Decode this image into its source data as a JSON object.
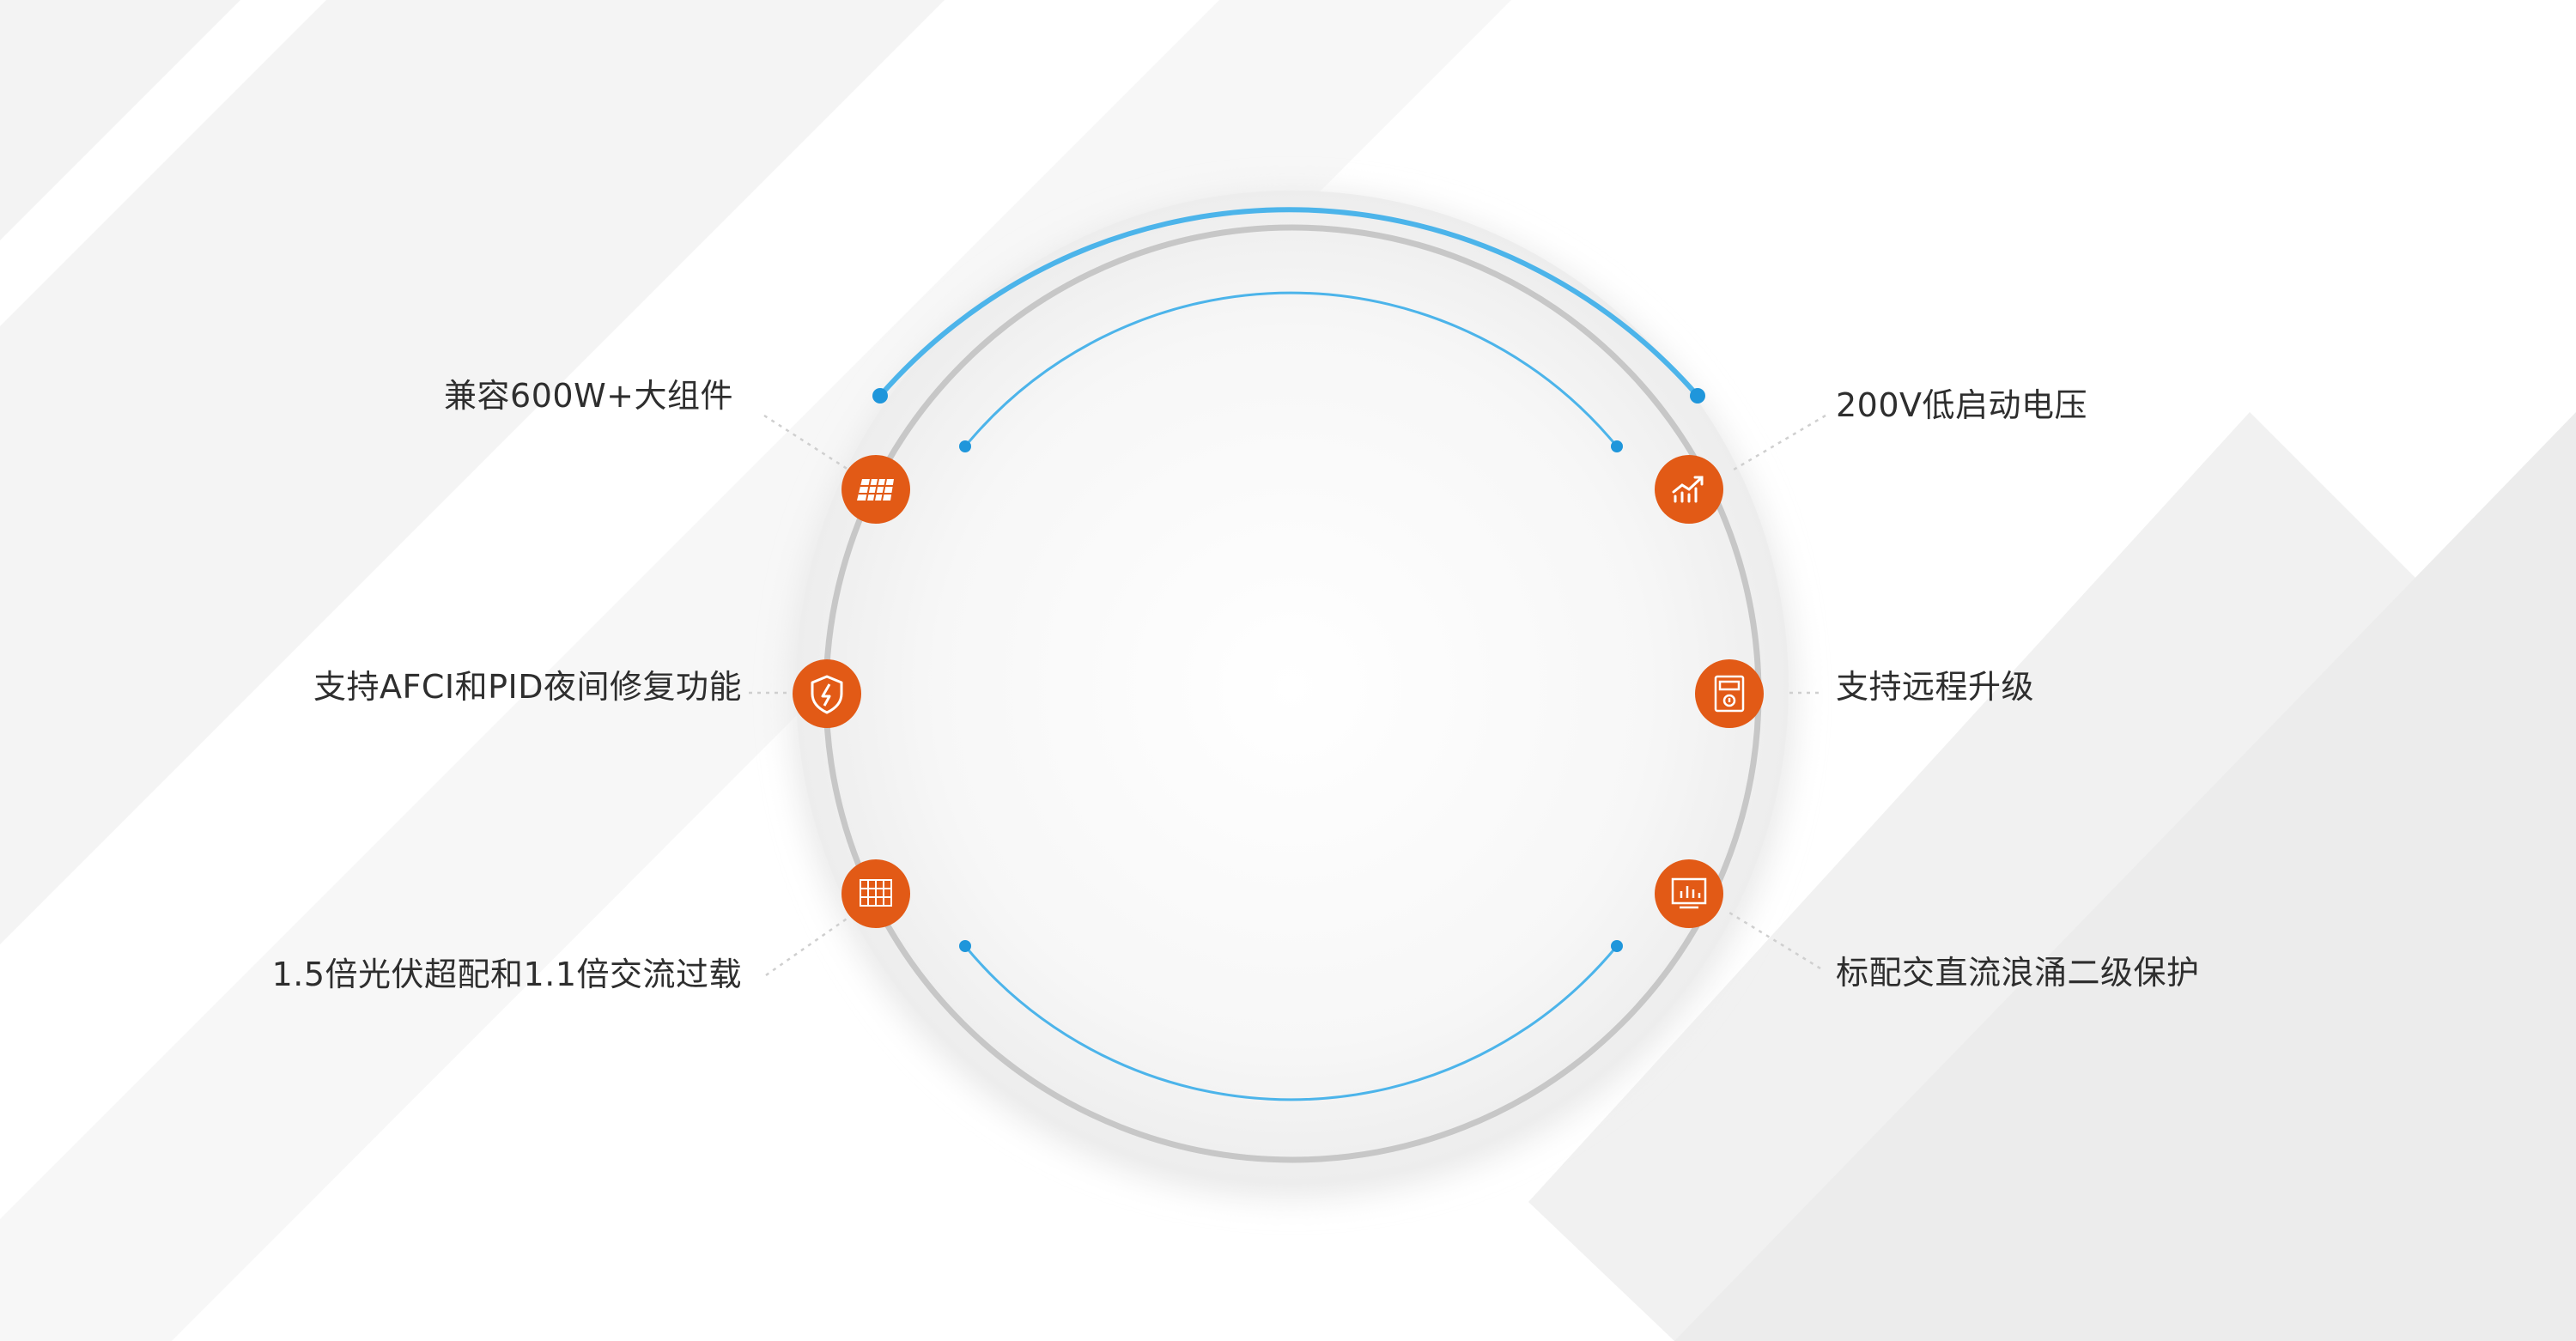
{
  "colors": {
    "accent_orange": "#e25a16",
    "arc_blue": "#4cb4ea",
    "ring_gray": "#c5c5c5",
    "text": "#2e2e2e"
  },
  "features": {
    "left_top": {
      "label": "兼容600W+大组件",
      "icon": "solar-panel-icon"
    },
    "left_mid": {
      "label": "支持AFCI和PID夜间修复功能",
      "icon": "shield-bolt-icon"
    },
    "left_bottom": {
      "label": "1.5倍光伏超配和1.1倍交流过载",
      "icon": "panel-array-icon"
    },
    "right_top": {
      "label": "200V低启动电压",
      "icon": "rising-chart-icon"
    },
    "right_mid": {
      "label": "支持远程升级",
      "icon": "meter-icon"
    },
    "right_bottom": {
      "label": "标配交直流浪涌二级保护",
      "icon": "monitor-chart-icon"
    }
  }
}
